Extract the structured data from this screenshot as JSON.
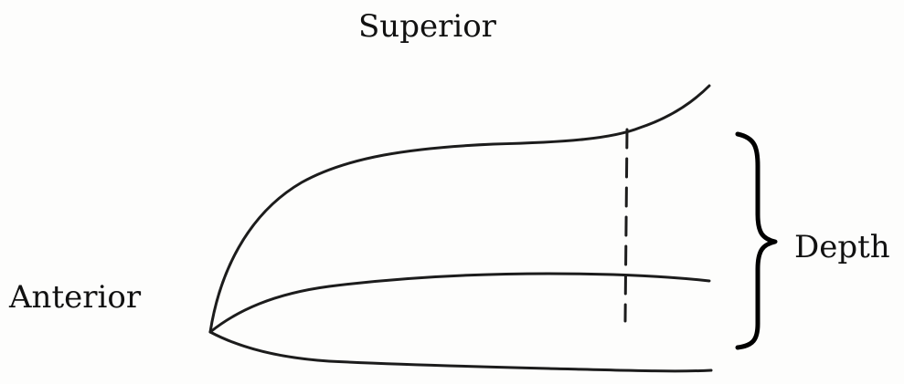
{
  "labels": {
    "top": "Superior",
    "left": "Anterior",
    "right": "Depth"
  }
}
